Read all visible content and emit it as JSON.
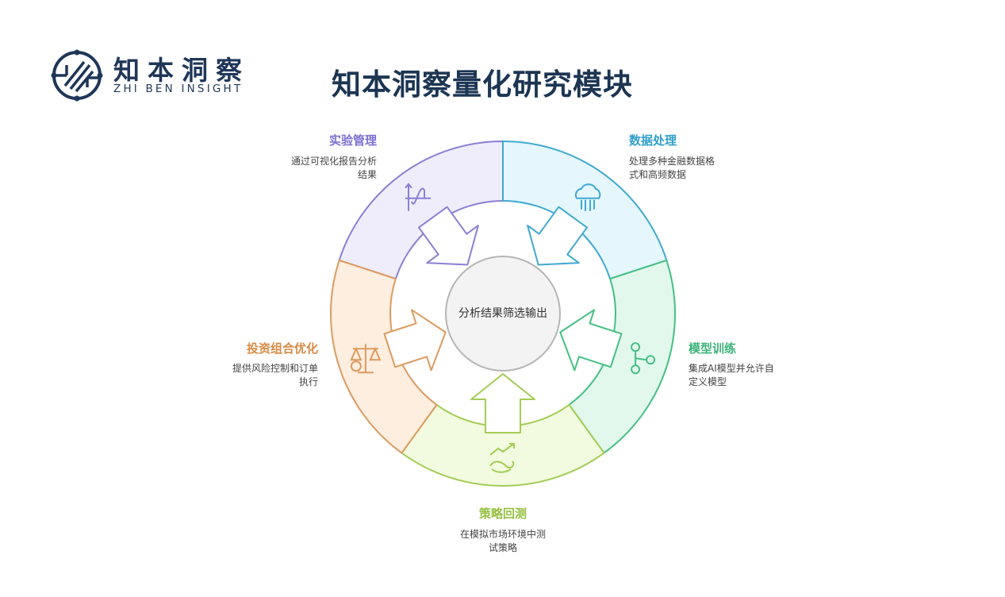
{
  "logo": {
    "cn": "知本洞察",
    "en": "ZHI BEN INSIGHT"
  },
  "title": "知本洞察量化研究模块",
  "center": "分析结果筛选输出",
  "segments": [
    {
      "key": "experiment",
      "title": "实验管理",
      "desc1": "通过可视化报告分析",
      "desc2": "结果",
      "stroke": "#8a7fd3",
      "fill": "#efedfb",
      "icon": "sine-wave-icon"
    },
    {
      "key": "data",
      "title": "数据处理",
      "desc1": "处理多种金融数据格",
      "desc2": "式和高频数据",
      "stroke": "#3fa9cf",
      "fill": "#e5f7fc",
      "icon": "cloud-data-icon"
    },
    {
      "key": "model",
      "title": "模型训练",
      "desc1": "集成AI模型并允许自",
      "desc2": "定义模型",
      "stroke": "#45bf84",
      "fill": "#e2f8ec",
      "icon": "branch-nodes-icon"
    },
    {
      "key": "backtest",
      "title": "策略回测",
      "desc1": "在模拟市场环境中测",
      "desc2": "试策略",
      "stroke": "#a3cc55",
      "fill": "#f2fadf",
      "icon": "growth-hand-icon"
    },
    {
      "key": "portfolio",
      "title": "投资组合优化",
      "desc1": "提供风险控制和订单",
      "desc2": "执行",
      "stroke": "#dd9a5e",
      "fill": "#fdeee0",
      "icon": "balance-scale-icon"
    }
  ]
}
